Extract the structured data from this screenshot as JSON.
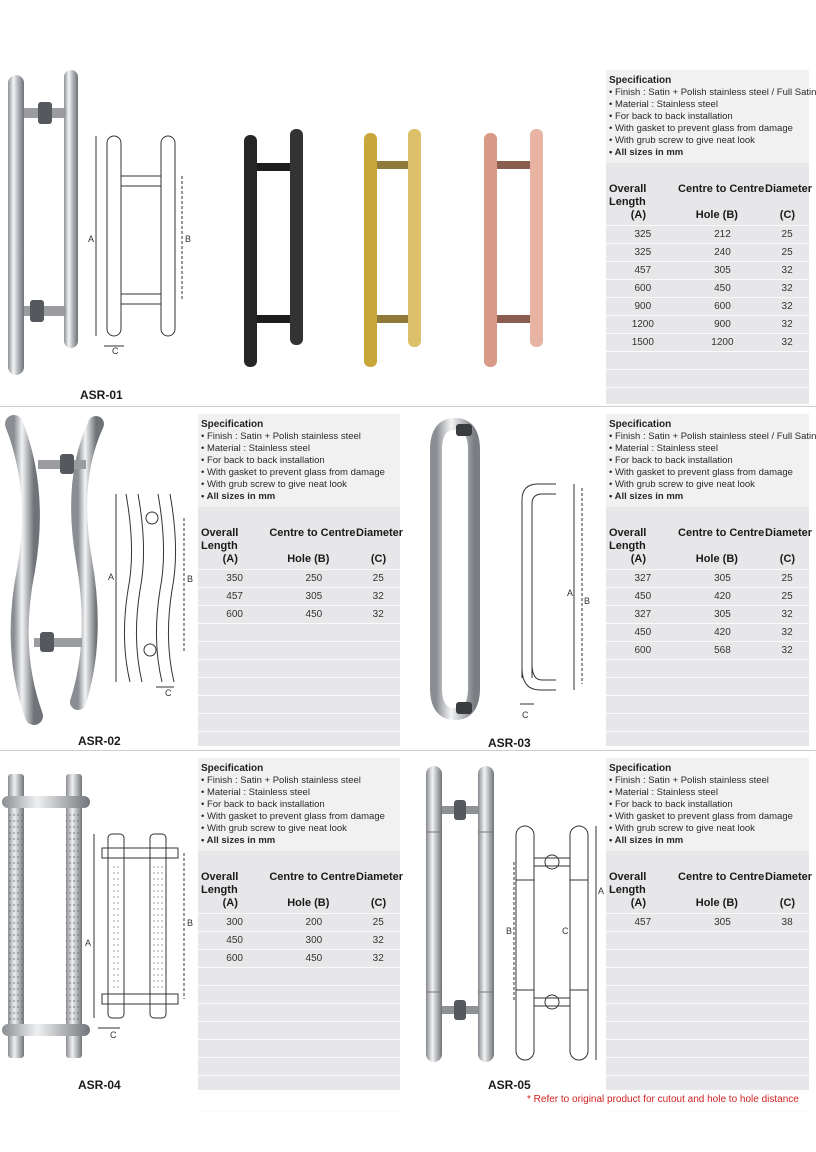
{
  "spec": {
    "title": "Specification",
    "finish_full": "• Finish : Satin + Polish stainless steel / Full Satin",
    "finish": "• Finish : Satin + Polish stainless steel",
    "material": "• Material : Stainless steel",
    "install": "• For back to back installation",
    "gasket": "• With gasket to prevent glass from damage",
    "screw": "• With grub screw to give neat look",
    "sizes": "• All sizes in mm"
  },
  "headers": {
    "a1": "Overall  Length",
    "b1": "Centre to Centre",
    "c1": "Diameter",
    "a2": "(A)",
    "b2": "Hole (B)",
    "c2": "(C)"
  },
  "dims": {
    "a": "A",
    "b": "B",
    "c": "C"
  },
  "products": [
    {
      "model": "ASR-01",
      "rows": [
        [
          "325",
          "212",
          "25"
        ],
        [
          "325",
          "240",
          "25"
        ],
        [
          "457",
          "305",
          "32"
        ],
        [
          "600",
          "450",
          "32"
        ],
        [
          "900",
          "600",
          "32"
        ],
        [
          "1200",
          "900",
          "32"
        ],
        [
          "1500",
          "1200",
          "32"
        ]
      ]
    },
    {
      "model": "ASR-02",
      "rows": [
        [
          "350",
          "250",
          "25"
        ],
        [
          "457",
          "305",
          "32"
        ],
        [
          "600",
          "450",
          "32"
        ]
      ]
    },
    {
      "model": "ASR-03",
      "rows": [
        [
          "327",
          "305",
          "25"
        ],
        [
          "450",
          "420",
          "25"
        ],
        [
          "327",
          "305",
          "32"
        ],
        [
          "450",
          "420",
          "32"
        ],
        [
          "600",
          "568",
          "32"
        ]
      ]
    },
    {
      "model": "ASR-04",
      "rows": [
        [
          "300",
          "200",
          "25"
        ],
        [
          "450",
          "300",
          "32"
        ],
        [
          "600",
          "450",
          "32"
        ]
      ]
    },
    {
      "model": "ASR-05",
      "rows": [
        [
          "457",
          "305",
          "38"
        ]
      ]
    }
  ],
  "colors": {
    "black": "#2a2a2a",
    "gold": "#c9a63a",
    "rose": "#d99a87",
    "chrome": "#c9cbce"
  },
  "note": "* Refer to original product for cutout and hole to hole distance"
}
